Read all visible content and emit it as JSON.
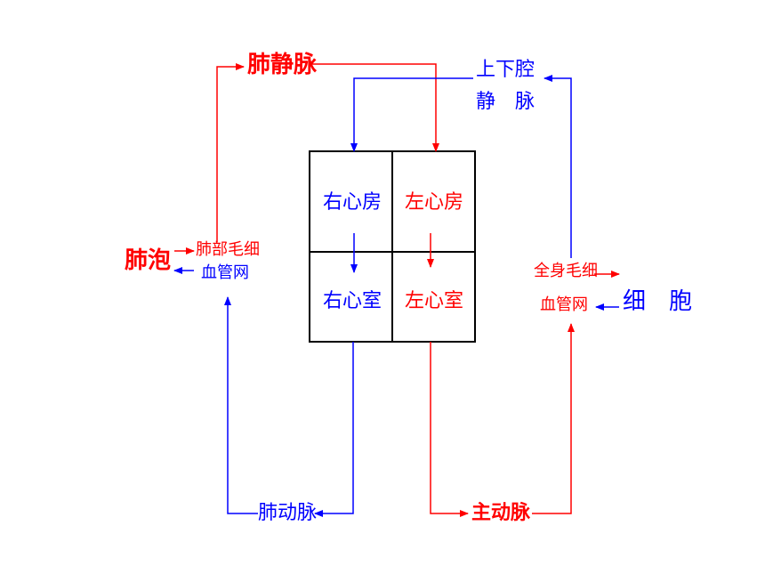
{
  "diagram": {
    "colors": {
      "pulmonary": "#ff0000",
      "systemic_blue": "#0000ff",
      "frame": "#000000"
    },
    "nodes": {
      "pulmonary_vein": "肺静脉",
      "vena_cava_line1": "上下腔",
      "vena_cava_line2": "静　脉",
      "right_atrium": "右心房",
      "left_atrium": "左心房",
      "right_ventricle": "右心室",
      "left_ventricle": "左心室",
      "alveoli": "肺泡",
      "lung_capillary_line1": "肺部毛细",
      "lung_capillary_line2": "血管网",
      "body_capillary_line1": "全身毛细",
      "body_capillary_line2": "血管网",
      "cells": "细　胞",
      "pulmonary_artery": "肺动脉",
      "aorta": "主动脉"
    }
  }
}
